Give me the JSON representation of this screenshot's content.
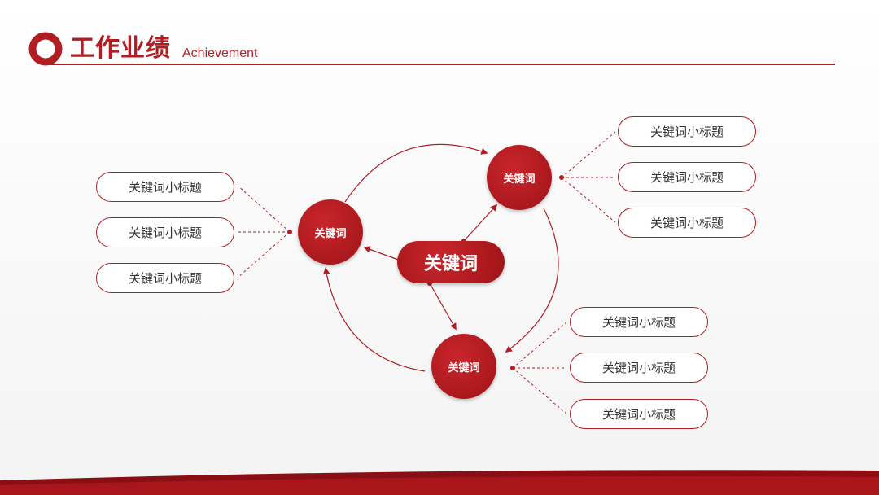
{
  "header": {
    "title": "工作业绩",
    "subtitle": "Achievement"
  },
  "colors": {
    "accent": "#b01e24",
    "accent_dark": "#8a0f14",
    "text": "#333333"
  },
  "diagram": {
    "center": {
      "label": "关键词"
    },
    "nodes": [
      {
        "id": "left",
        "label": "关键词"
      },
      {
        "id": "top-right",
        "label": "关键词"
      },
      {
        "id": "bottom",
        "label": "关键词"
      }
    ],
    "left_items": [
      "关键词小标题",
      "关键词小标题",
      "关键词小标题"
    ],
    "top_right_items": [
      "关键词小标题",
      "关键词小标题",
      "关键词小标题"
    ],
    "bottom_items": [
      "关键词小标题",
      "关键词小标题",
      "关键词小标题"
    ]
  }
}
